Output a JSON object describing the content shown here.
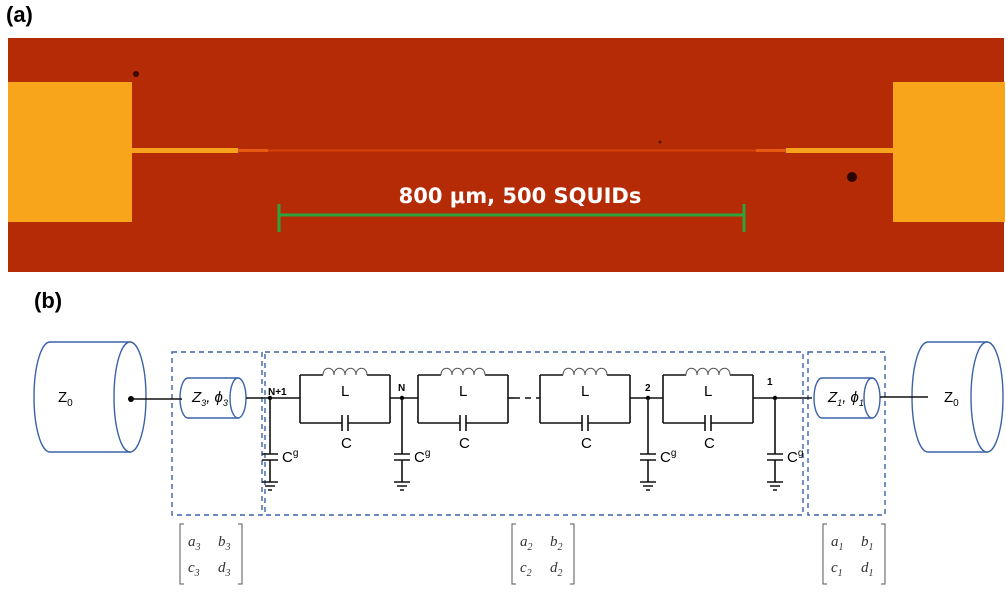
{
  "panel_a": {
    "label": "(a)",
    "scale_bar_label": "800 μm, 500 SQUIDs",
    "colors": {
      "background": "#b52b06",
      "pad": "#f9a51c",
      "scale_bar": "#2ea33c"
    }
  },
  "panel_b": {
    "label": "(b)",
    "left_load": "Z",
    "left_load_sub": "0",
    "right_load": "Z",
    "right_load_sub": "0",
    "left_line": {
      "Z": "Z",
      "Z_sub": "3",
      "phi": "ϕ",
      "phi_sub": "3"
    },
    "right_line": {
      "Z": "Z",
      "Z_sub": "1",
      "phi": "ϕ",
      "phi_sub": "1"
    },
    "nodes": [
      "N+1",
      "N",
      "2",
      "1"
    ],
    "inductor_label": "L",
    "capacitor_label": "C",
    "ground_cap_label": "C",
    "ground_cap_sup": "g",
    "ellipsis": "- - -",
    "matrices": [
      {
        "a": "a",
        "b": "b",
        "c": "c",
        "d": "d",
        "sub": "3"
      },
      {
        "a": "a",
        "b": "b",
        "c": "c",
        "d": "d",
        "sub": "2"
      },
      {
        "a": "a",
        "b": "b",
        "c": "c",
        "d": "d",
        "sub": "1"
      }
    ],
    "colors": {
      "dashed_box": "#3b62a8",
      "wire": "#111111"
    }
  }
}
